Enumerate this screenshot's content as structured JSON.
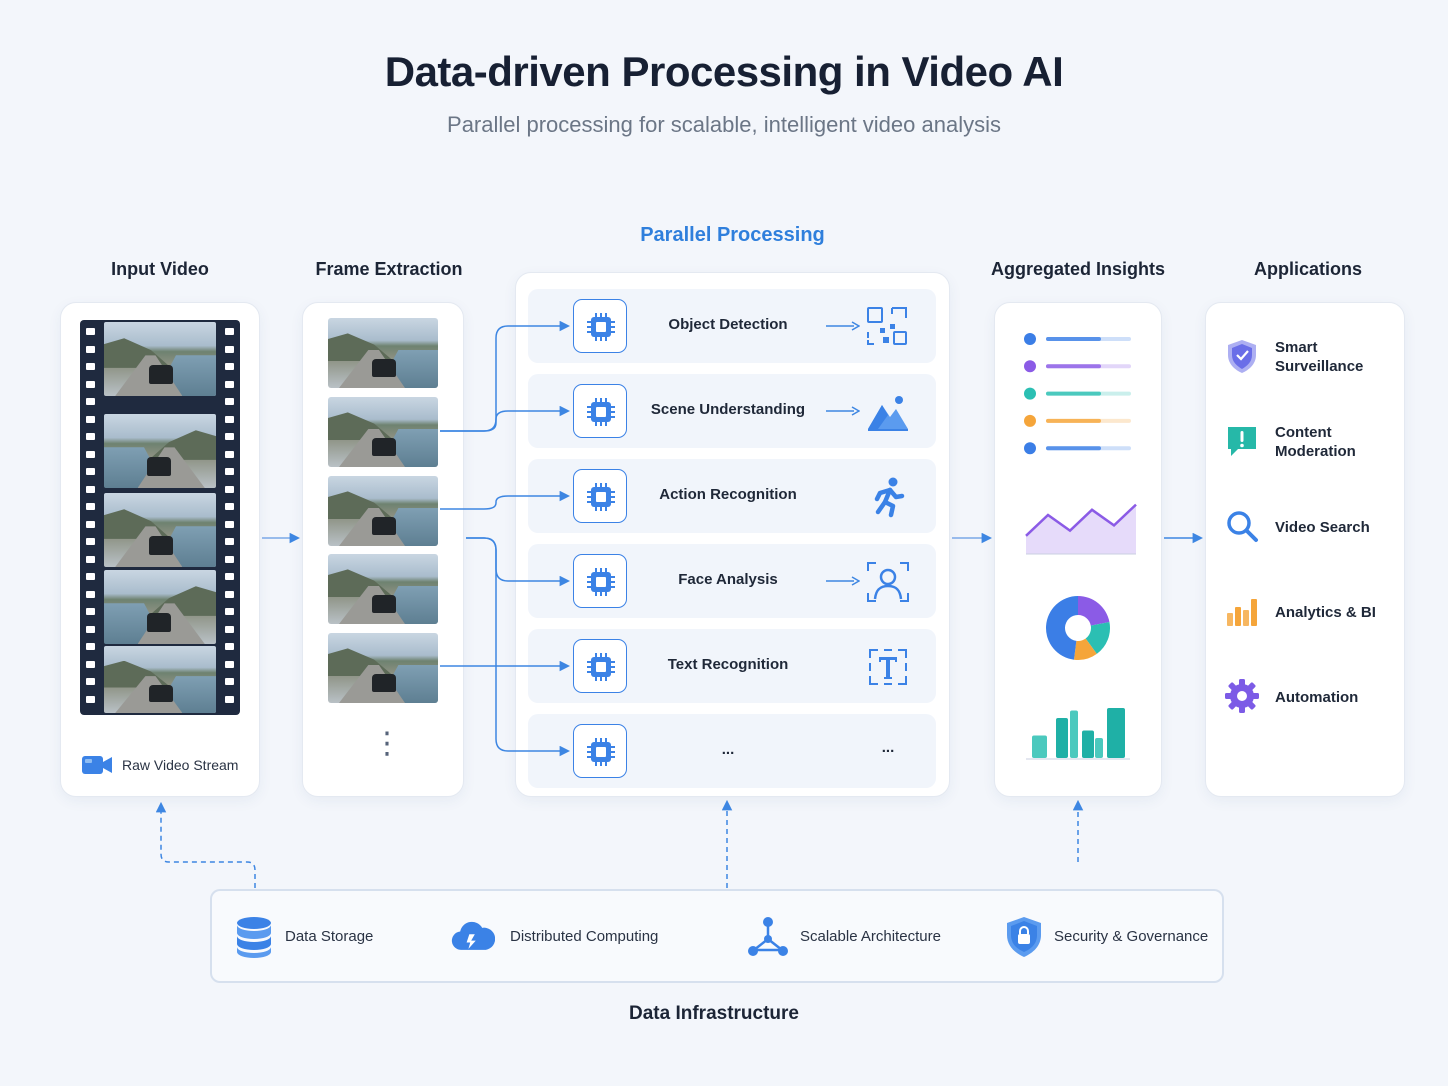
{
  "header": {
    "title": "Data-driven Processing in Video AI",
    "subtitle": "Parallel processing for scalable, intelligent video analysis"
  },
  "columns": {
    "input_video": "Input Video",
    "frame_extraction": "Frame Extraction",
    "parallel_processing": "Parallel Processing",
    "aggregated_insights": "Aggregated Insights",
    "applications": "Applications"
  },
  "input": {
    "stream_label": "Raw Video Stream",
    "stream_icon": "video-camera-icon"
  },
  "frames": {
    "more_indicator": "⋮"
  },
  "tasks": [
    {
      "label": "Object Detection",
      "icon": "bounding-box-icon"
    },
    {
      "label": "Scene Understanding",
      "icon": "landscape-icon"
    },
    {
      "label": "Action Recognition",
      "icon": "running-person-icon"
    },
    {
      "label": "Face Analysis",
      "icon": "face-scan-icon"
    },
    {
      "label": "Text Recognition",
      "icon": "text-scan-icon"
    },
    {
      "label": "...",
      "icon_text": "..."
    }
  ],
  "insights": {
    "legend_dot_colors": [
      "#3b7ee6",
      "#8b5be6",
      "#2bbfb3",
      "#f5a53a",
      "#3b7ee6"
    ],
    "line_chart_values": [
      0.35,
      0.75,
      0.45,
      0.85,
      0.55,
      0.95
    ],
    "donut_segments": [
      {
        "color": "#8b5be6",
        "value": 0.22
      },
      {
        "color": "#2bbfb3",
        "value": 0.18
      },
      {
        "color": "#f5a53a",
        "value": 0.12
      },
      {
        "color": "#3b7ee6",
        "value": 0.48
      }
    ],
    "bar_values": [
      0.45,
      0.8,
      0.95,
      0.55,
      0.4,
      1.0
    ]
  },
  "applications": [
    {
      "label": "Smart Surveillance",
      "icon": "shield-icon",
      "color": "#6a6ee8"
    },
    {
      "label": "Content Moderation",
      "icon": "alert-message-icon",
      "color": "#26b8a8"
    },
    {
      "label": "Video Search",
      "icon": "search-icon",
      "color": "#3b82e6"
    },
    {
      "label": "Analytics & BI",
      "icon": "bar-chart-icon",
      "color": "#f5a53a"
    },
    {
      "label": "Automation",
      "icon": "gear-icon",
      "color": "#7c5be6"
    }
  ],
  "infrastructure": {
    "title": "Data Infrastructure",
    "items": [
      {
        "label": "Data Storage",
        "icon": "database-icon"
      },
      {
        "label": "Distributed Computing",
        "icon": "cloud-compute-icon"
      },
      {
        "label": "Scalable Architecture",
        "icon": "network-nodes-icon"
      },
      {
        "label": "Security & Governance",
        "icon": "security-shield-icon"
      }
    ]
  },
  "colors": {
    "accent": "#3b82e6",
    "connector": "#3d86e2",
    "card_bg": "#ffffff",
    "page_bg": "#f3f6fb"
  }
}
